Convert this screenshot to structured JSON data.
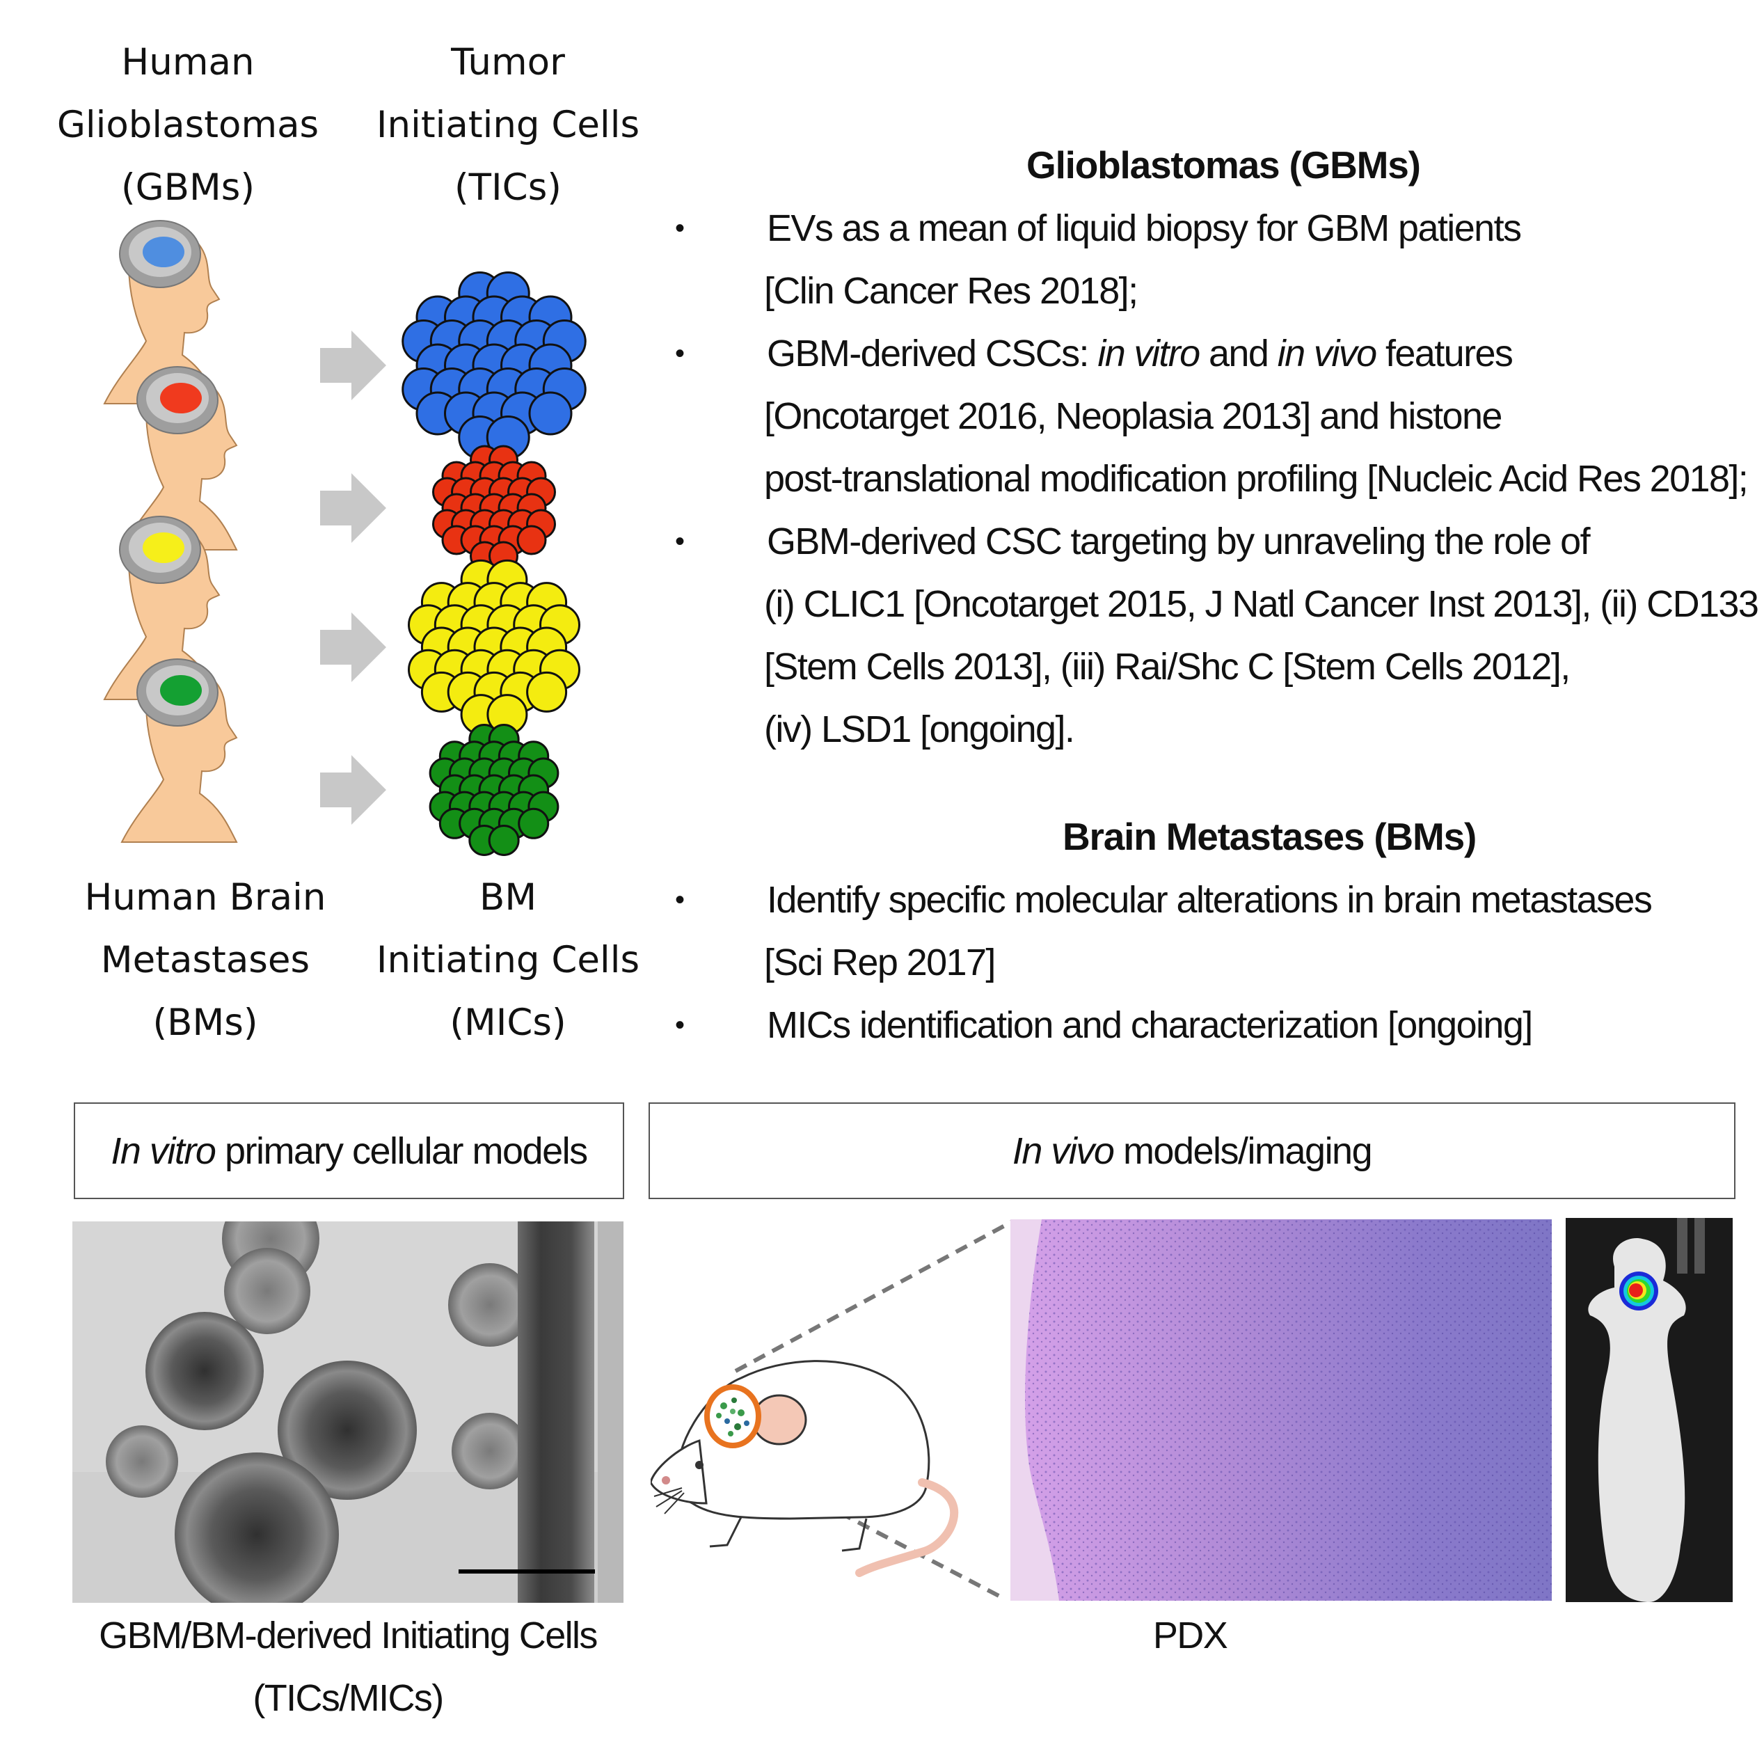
{
  "left_headers": {
    "gbm": [
      "Human",
      "Glioblastomas",
      "(GBMs)"
    ],
    "tic": [
      "Tumor",
      "Initiating Cells",
      "(TICs)"
    ],
    "bm": [
      "Human Brain",
      "Metastases",
      "(BMs)"
    ],
    "mic": [
      "BM",
      "Initiating Cells",
      "(MICs)"
    ]
  },
  "rows": [
    {
      "name": "blue",
      "tumor_color": "#4f8ee0",
      "cluster_color": "#2f6fe4"
    },
    {
      "name": "red",
      "tumor_color": "#f03a1e",
      "cluster_color": "#e83212"
    },
    {
      "name": "yellow",
      "tumor_color": "#f6ef1a",
      "cluster_color": "#f4ec10"
    },
    {
      "name": "green",
      "tumor_color": "#14a032",
      "cluster_color": "#138f16"
    }
  ],
  "gbm_section": {
    "title": "Glioblastomas (GBMs)",
    "lines": [
      "EVs as a mean of liquid biopsy for GBM patients",
      "[Clin Cancer Res 2018];",
      [
        "GBM-derived CSCs: ",
        "in vitro",
        " and ",
        "in vivo",
        " features"
      ],
      "[Oncotarget 2016, Neoplasia 2013] and histone",
      "post-translational modification profiling [Nucleic Acid Res 2018];",
      "GBM-derived CSC targeting by unraveling the role of",
      "(i) CLIC1 [Oncotarget 2015, J Natl Cancer Inst 2013], (ii) CD133",
      "[Stem Cells 2013], (iii) Rai/Shc C [Stem Cells 2012],",
      "(iv) LSD1 [ongoing]."
    ]
  },
  "bm_section": {
    "title": "Brain Metastases (BMs)",
    "lines": [
      "Identify specific molecular alterations in brain metastases",
      "[Sci Rep 2017]",
      "MICs identification and characterization [ongoing]"
    ]
  },
  "bullet_glyph": "•",
  "boxes": {
    "in_vitro": {
      "italic": "In vitro",
      "rest": " primary cellular models"
    },
    "in_vivo": {
      "italic": "In vivo",
      "rest": " models/imaging"
    }
  },
  "captions": {
    "left": [
      "GBM/BM-derived Initiating Cells",
      "(TICs/MICs)"
    ],
    "right": "PDX"
  },
  "colors": {
    "skin": "#f8c99a",
    "brain_gray": "#9e9e9e",
    "arrow_gray": "#c8c8c8",
    "box_border": "#555555",
    "dash_gray": "#777777",
    "ring_orange": "#e8731f",
    "histology_pink": "#d9a3e0",
    "histology_purple": "#7b6fc8"
  }
}
